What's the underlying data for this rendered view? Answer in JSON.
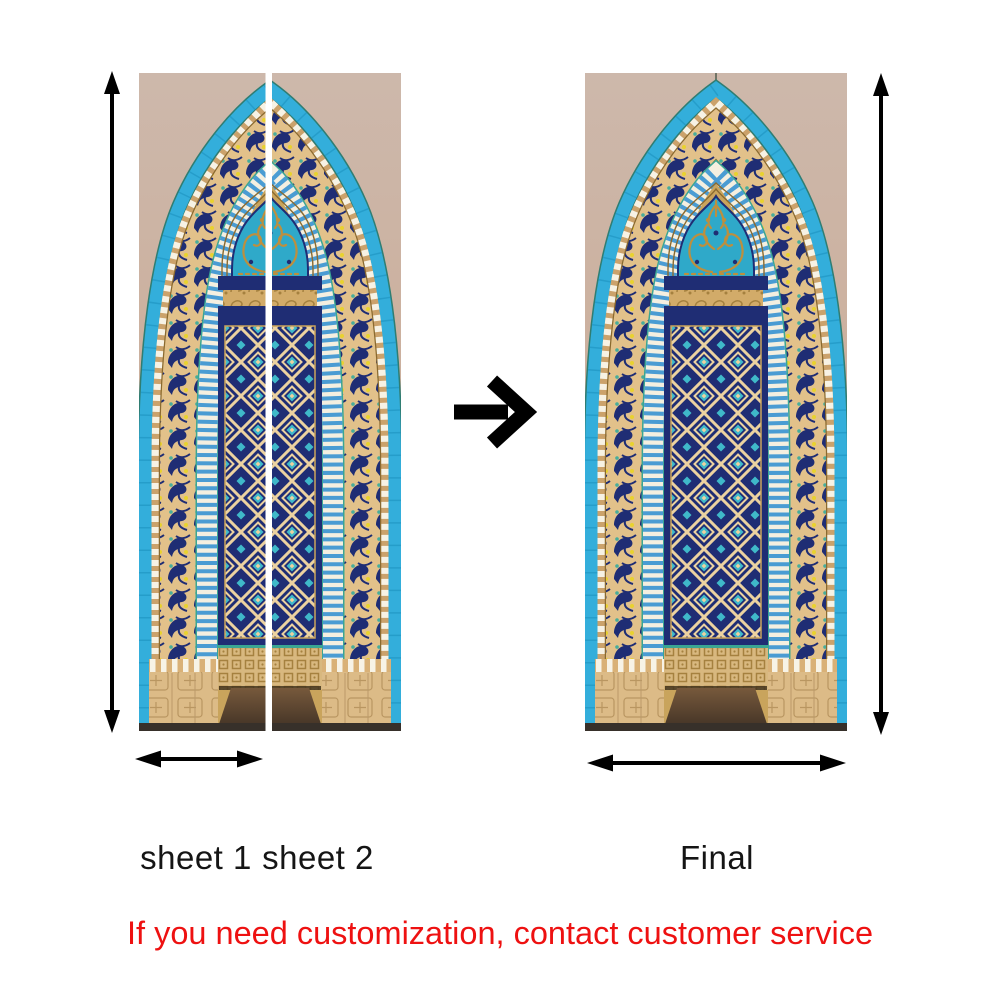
{
  "labels": {
    "sheet1": "sheet 1",
    "sheet2": "sheet 2",
    "final": "Final"
  },
  "note": {
    "text": "If you need customization, contact customer service"
  },
  "colors": {
    "note": "#ee1111",
    "label": "#151515",
    "arrow": "#000000",
    "wall": "#cbb2a3",
    "arch_blue": "#33aedb",
    "tile_tan": "#e2c18a",
    "navy": "#1f2d74",
    "teal": "#3fb9c9",
    "gold": "#bd8f3e",
    "plinth": "#dcbb87",
    "floor": "#5a4631"
  }
}
